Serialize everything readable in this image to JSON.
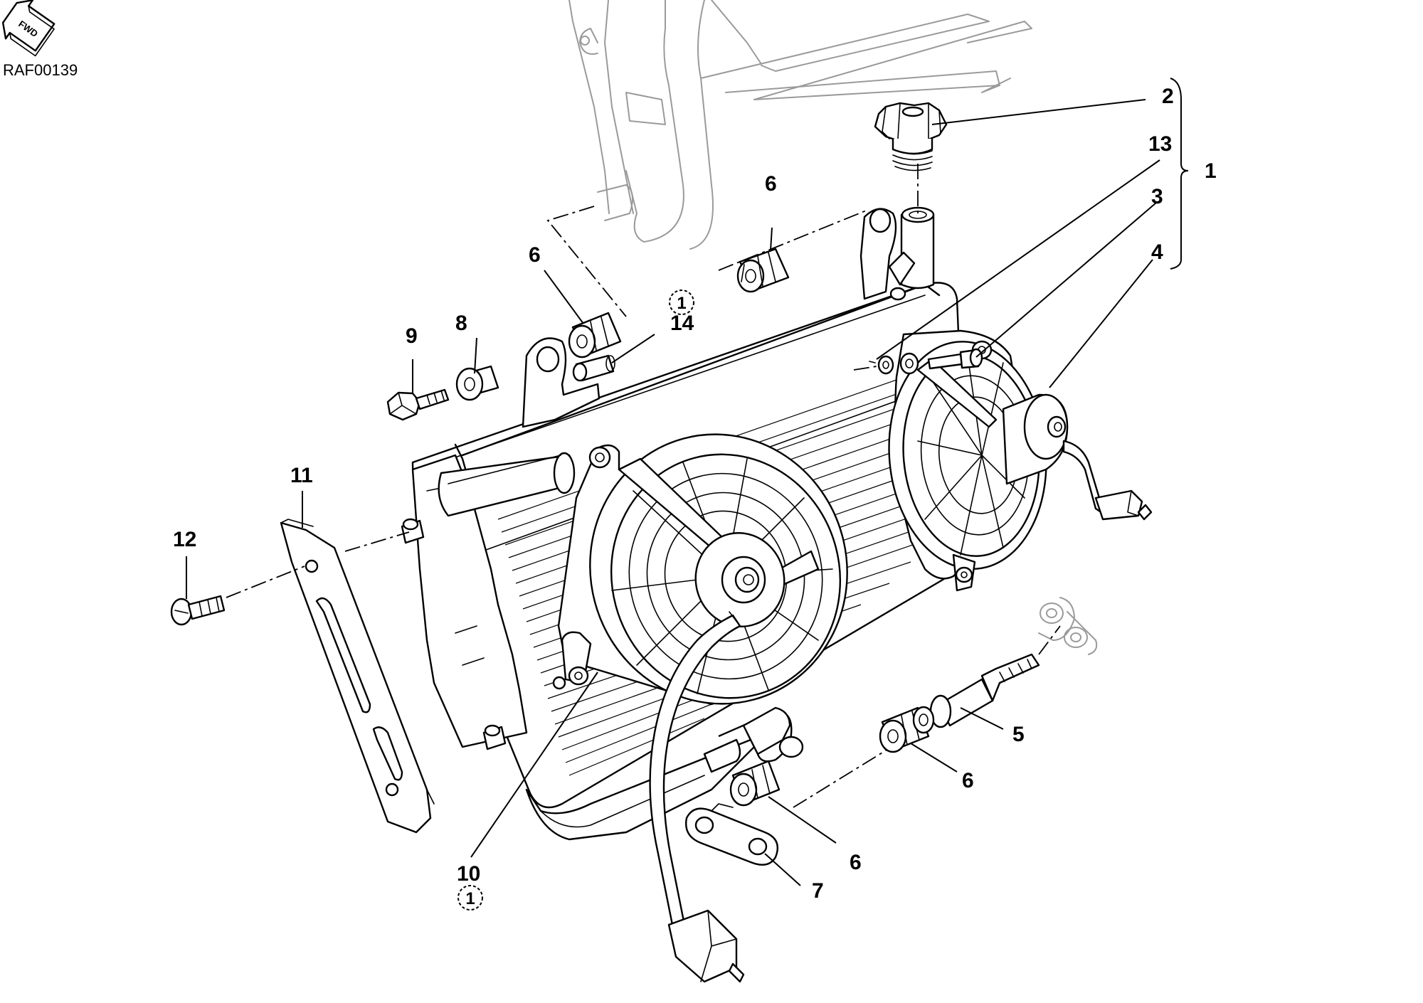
{
  "drawing_code": "RAF00139",
  "direction_label": "FWD",
  "callouts": {
    "c1": "1",
    "c2": "2",
    "c3": "3",
    "c4": "4",
    "c5": "5",
    "c6_top": "6",
    "c6_left": "6",
    "c6_right": "6",
    "c6_bottom": "6",
    "c7": "7",
    "c8": "8",
    "c9": "9",
    "c10": "10",
    "c11": "11",
    "c12": "12",
    "c13": "13",
    "c14": "14"
  },
  "note_markers": {
    "near_14": "1",
    "under_10": "1"
  },
  "colors": {
    "ink": "#000000",
    "frame_ghost": "#9a9a9a",
    "paper": "#ffffff"
  },
  "icons": {
    "forward_arrow": "fwd-arrow-icon",
    "note_marker": "dashed-circle-note-icon"
  }
}
